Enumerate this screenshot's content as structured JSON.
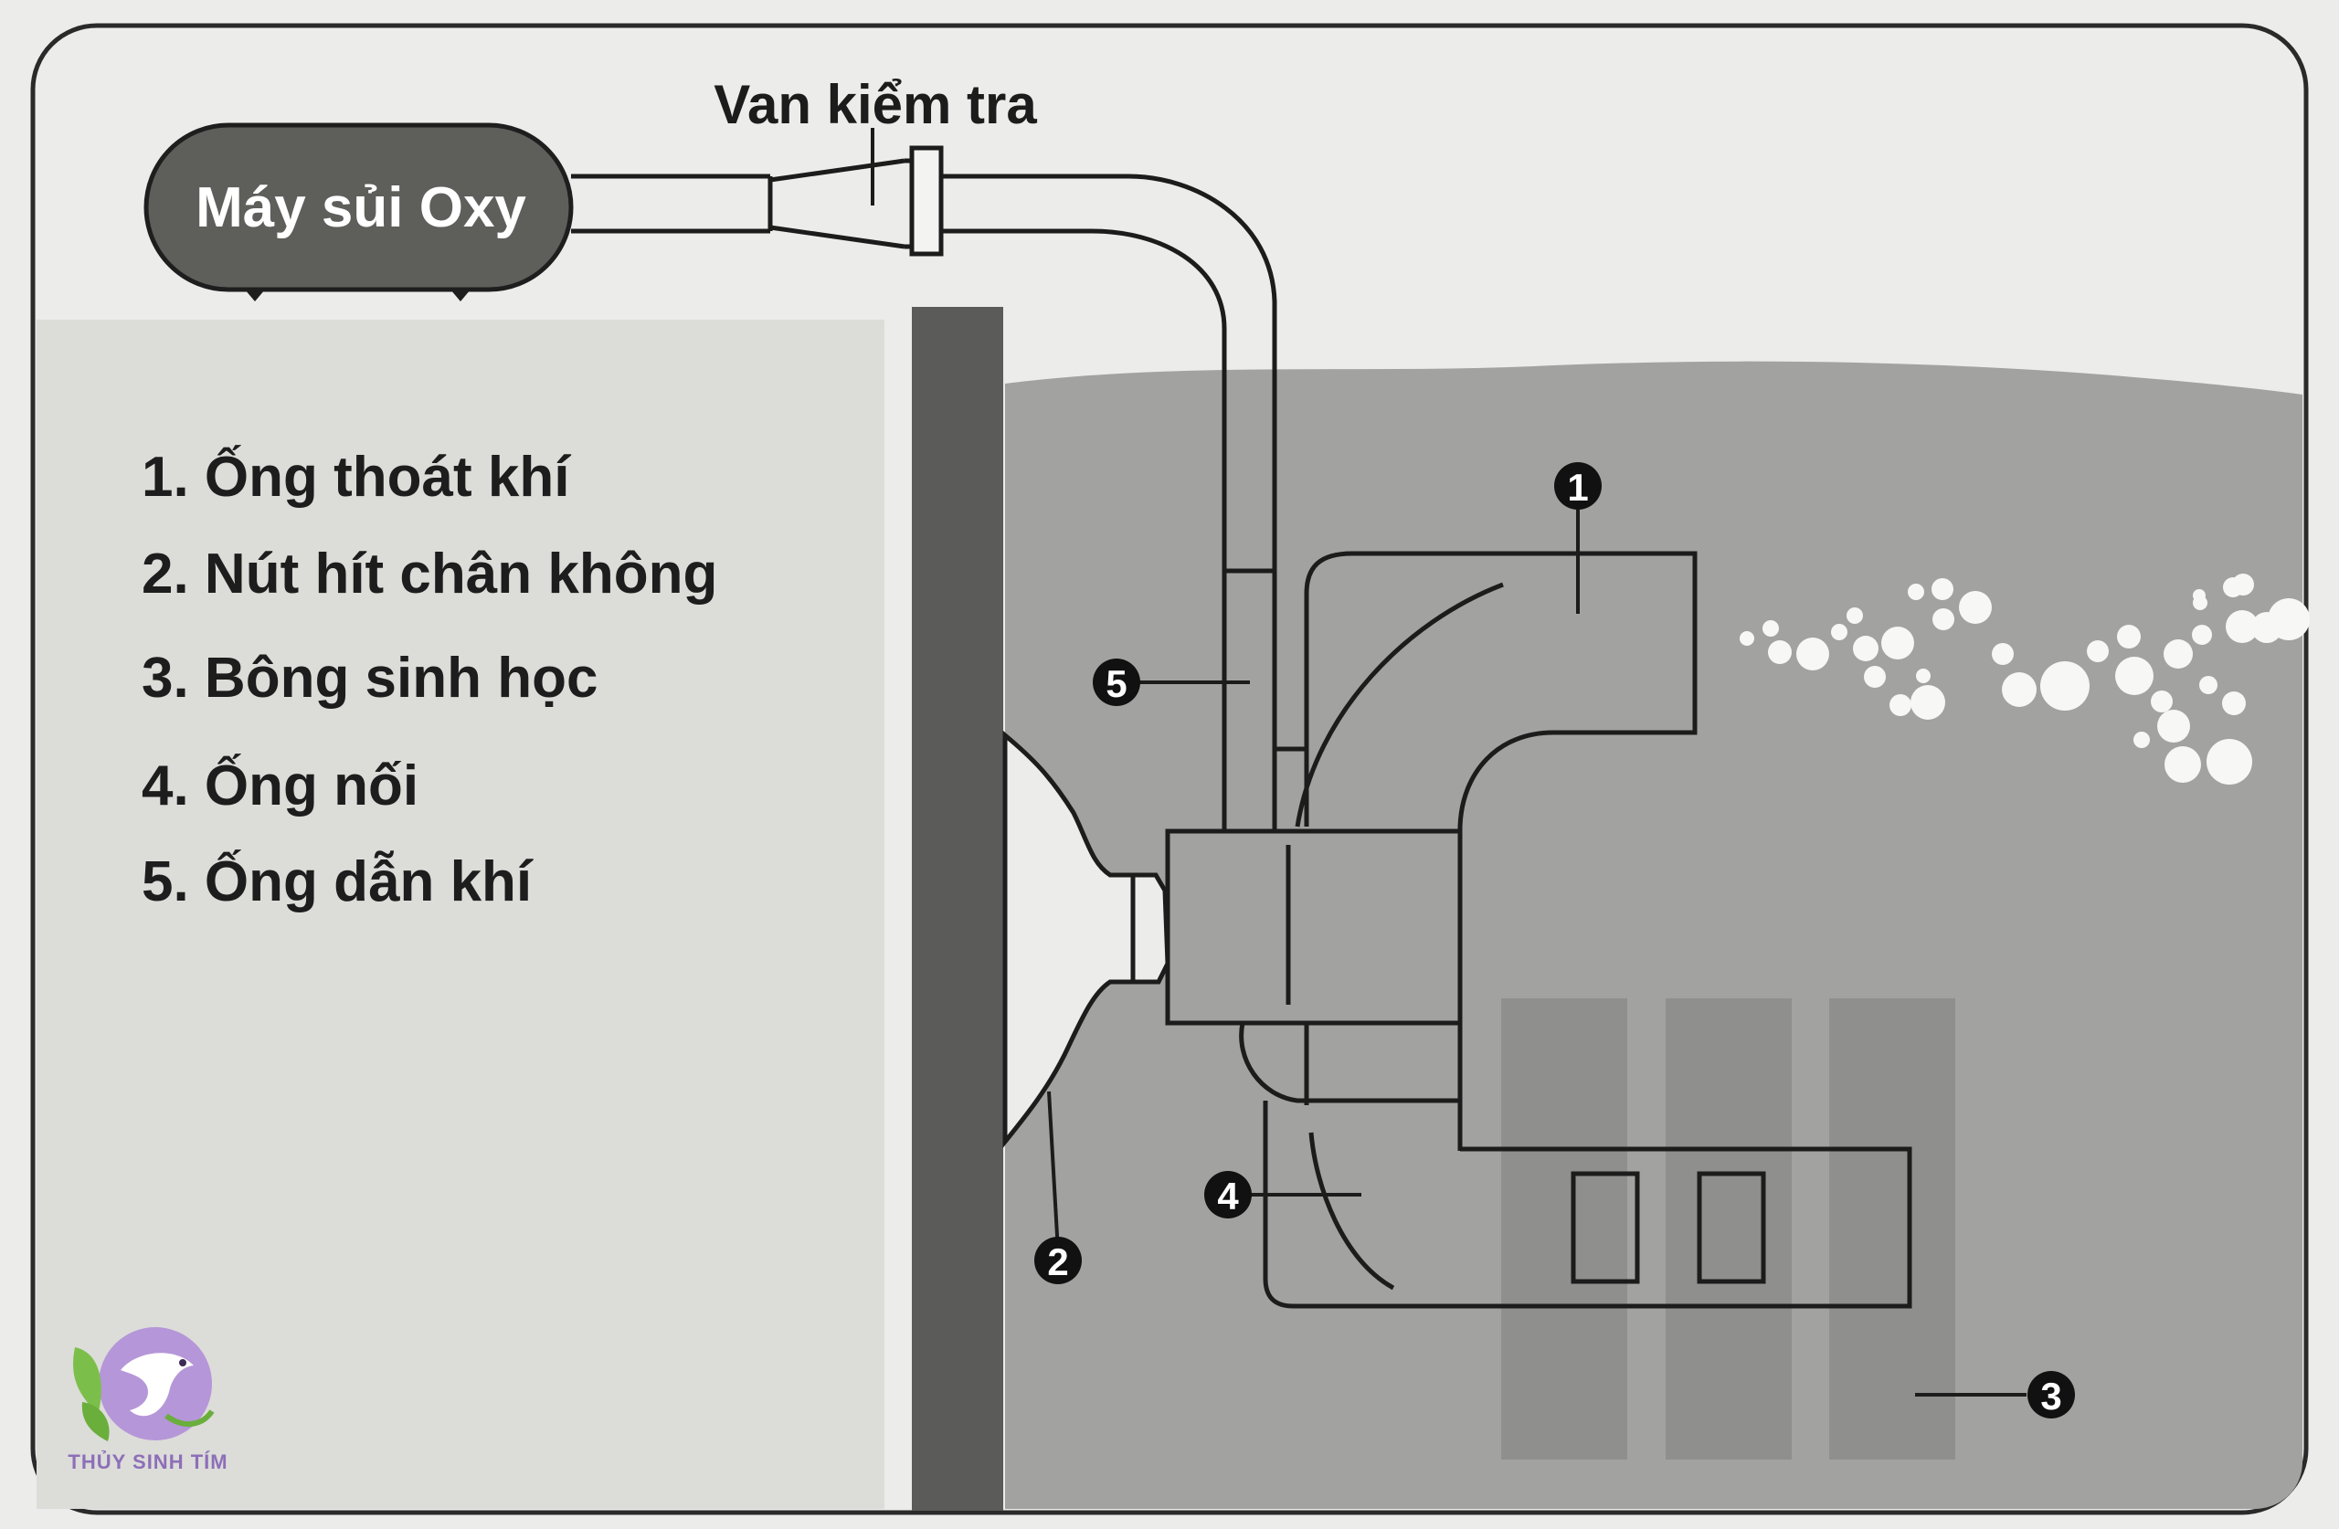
{
  "title_machine": "Máy sủi Oxy",
  "valve_label": "Van kiểm tra",
  "legend": [
    "1. Ống thoát khí",
    "2. Nút hít chân không",
    "3. Bông sinh học",
    "4. Ống nối",
    "5. Ống dẫn khí"
  ],
  "markers": {
    "m1": "1",
    "m2": "2",
    "m3": "3",
    "m4": "4",
    "m5": "5"
  },
  "brand": "THỦY SINH TÍM",
  "colors": {
    "page": "#ececea",
    "panel": "#dcdcd9",
    "water": "#a2a2a0",
    "glass": "#5b5b59",
    "machine": "#5e5e5b",
    "outline": "#1c1c1c",
    "bubble": "#f7f7f5",
    "brand": "#8d6fb8"
  }
}
